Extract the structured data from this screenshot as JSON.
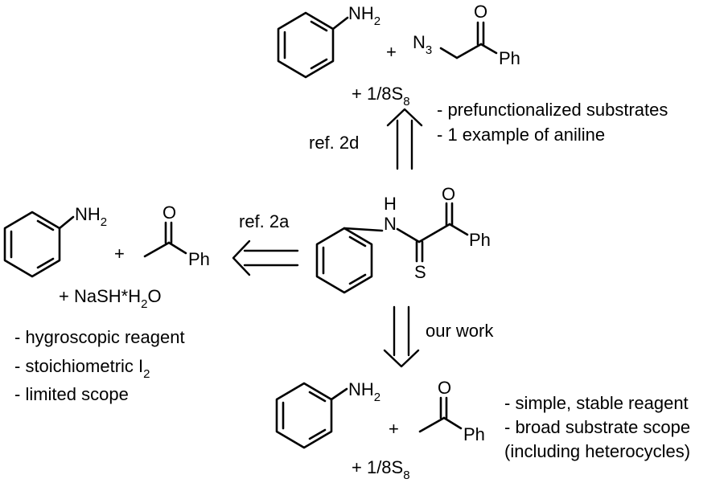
{
  "top": {
    "amine_label": "NH",
    "amine_sub": "2",
    "plus1": "+",
    "azide_label": "N",
    "azide_sub": "3",
    "oxygen_label": "O",
    "ph_label": "Ph",
    "sulfur_prefix": "+ 1/8S",
    "sulfur_sub": "8",
    "notes": [
      "- prefunctionalized substrates",
      "- 1 example of aniline"
    ],
    "ref": "ref. 2d"
  },
  "center": {
    "h_label": "H",
    "n_label": "N",
    "oxygen_label": "O",
    "sulfur_label": "S",
    "ph_label": "Ph"
  },
  "left": {
    "amine_label": "NH",
    "amine_sub": "2",
    "plus": "+",
    "oxygen_label": "O",
    "ph_label": "Ph",
    "reagent_prefix": "+  NaSH*H",
    "reagent_sub": "2",
    "reagent_suffix": "O",
    "notes_line1": "- hygroscopic reagent",
    "notes_line2_prefix": "- stoichiometric I",
    "notes_line2_sub": "2",
    "notes_line3": "- limited scope",
    "ref": "ref. 2a"
  },
  "bottom": {
    "amine_label": "NH",
    "amine_sub": "2",
    "plus": "+",
    "oxygen_label": "O",
    "ph_label": "Ph",
    "sulfur_prefix": "+ 1/8S",
    "sulfur_sub": "8",
    "notes": [
      "- simple, stable reagent",
      "- broad substrate scope",
      "(including heterocycles)"
    ],
    "ref": "our work"
  }
}
